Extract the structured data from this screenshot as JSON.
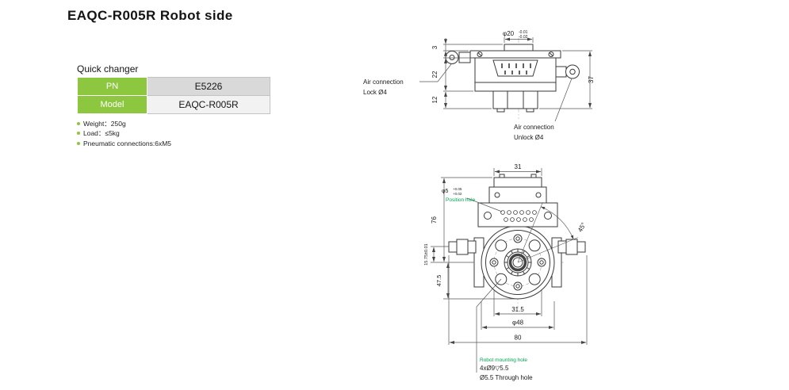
{
  "page": {
    "title": "EAQC-R005R  Robot side"
  },
  "colors": {
    "accent_green": "#8dc63f",
    "label_green": "#00a651",
    "value_cell_gray": "#d9d9d9"
  },
  "info": {
    "heading": "Quick changer",
    "rows": [
      {
        "label": "PN",
        "value": "E5226"
      },
      {
        "label": "Model",
        "value": "EAQC-R005R"
      }
    ],
    "specs": [
      "Weight：250g",
      "Load：≤5kg",
      "Pneumatic connections:6xM5"
    ]
  },
  "side_view": {
    "dim_phi20": "φ20",
    "phi20_tol_upper": "-0.01",
    "phi20_tol_lower": "-0.02",
    "dim_3": "3",
    "dim_22": "22",
    "dim_12": "12",
    "dim_37": "37",
    "air_lock_line1": "Air connection",
    "air_lock_line2": "Lock Ø4",
    "air_unlock_line1": "Air connection",
    "air_unlock_line2": "Unlock Ø4"
  },
  "front_view": {
    "dim_31": "31",
    "dim_76": "76",
    "dim_phi5": "φ5",
    "phi5_tol_upper": "+0.05",
    "phi5_tol_lower": "+0.02",
    "position_hole_label": "Position hole",
    "dim_15_75": "15.75±0.01",
    "dim_47_5": "47.5",
    "dim_45deg": "45°",
    "dim_31_5": "31.5",
    "dim_phi48": "φ48",
    "dim_80": "80",
    "mounting_hole_label": "Robot mounting hole",
    "mounting_hole_spec": "4xØ9▽5.5",
    "through_hole_label": "Ø5.5 Through hole"
  }
}
